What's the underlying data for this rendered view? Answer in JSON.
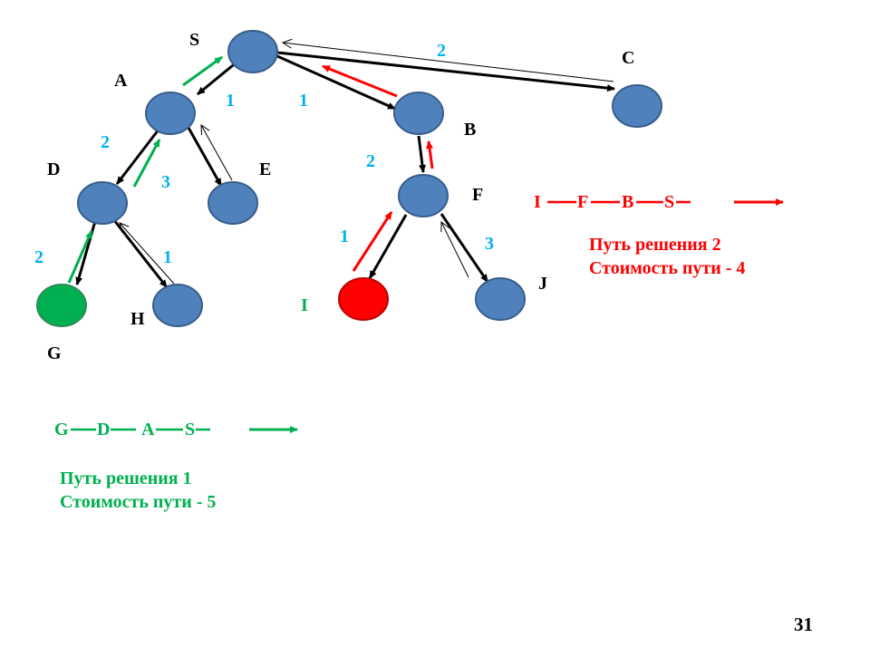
{
  "colors": {
    "node_fill": "#4f81bd",
    "node_stroke": "#385d8a",
    "goal_fill": "#00b050",
    "start_fill": "#ff0000",
    "weight_text": "#00b0f0",
    "path1": "#00b050",
    "path2": "#ff0000",
    "edge": "#000000"
  },
  "nodes": {
    "S": "S",
    "A": "A",
    "B": "B",
    "C": "C",
    "D": "D",
    "E": "E",
    "F": "F",
    "G": "G",
    "H": "H",
    "I": "I",
    "J": "J"
  },
  "weights": {
    "S_A": "1",
    "S_B": "1",
    "S_C": "2",
    "A_D": "2",
    "A_E": "3",
    "D_G": "2",
    "D_H": "1",
    "B_F": "2",
    "F_I": "1",
    "F_J": "3"
  },
  "path1": {
    "sequence": [
      "G",
      "D",
      "A",
      "S"
    ],
    "line1": "Путь решения 1",
    "line2": "Стоимость пути - 5"
  },
  "path2": {
    "sequence": [
      "I",
      "F",
      "B",
      "S"
    ],
    "line1": "Путь решения 2",
    "line2": "Стоимость пути - 4"
  },
  "page_number": "31"
}
